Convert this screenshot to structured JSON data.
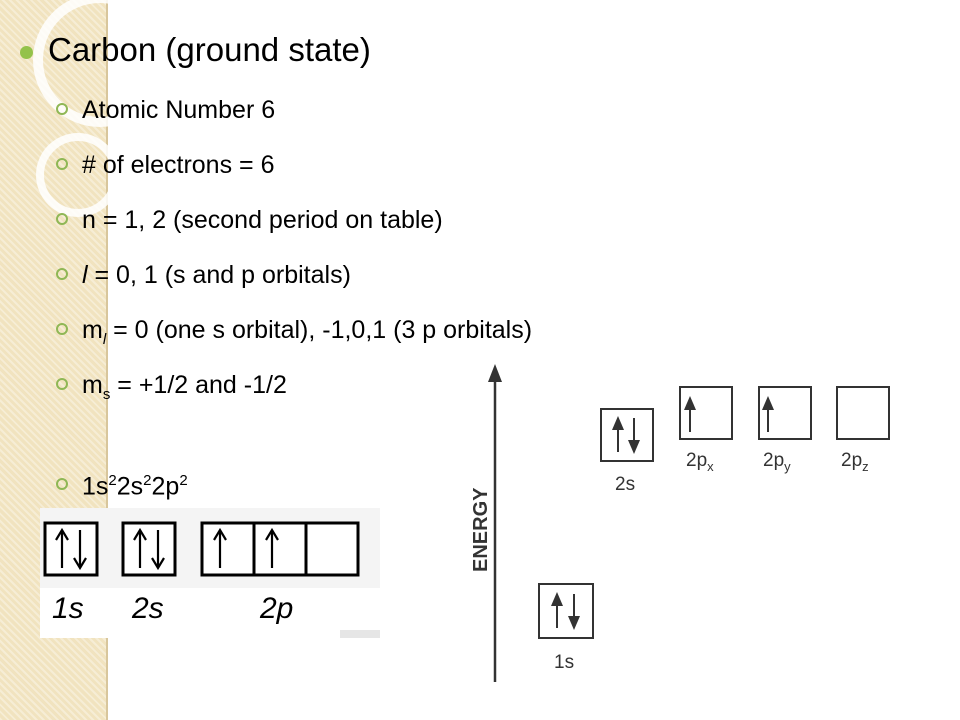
{
  "slide": {
    "title": "Carbon (ground state)",
    "items": [
      {
        "text": "Atomic Number 6"
      },
      {
        "text": "# of electrons = 6"
      },
      {
        "text": "n = 1, 2 (second period on table)"
      },
      {
        "text_var": "l",
        "text_rest": " = 0, 1 (s and p orbitals)"
      },
      {
        "prefix": "m",
        "sub": "l",
        "rest": " = 0 (one s orbital), -1,0,1 (3 p orbitals)"
      },
      {
        "prefix": "m",
        "sub": "s",
        "rest": " = +1/2 and -1/2"
      },
      {
        "parts": [
          "1s",
          "2",
          "2s",
          "2",
          "2p",
          "2"
        ]
      }
    ]
  },
  "box_diagram": {
    "labels": [
      "1s",
      "2s",
      "2p"
    ]
  },
  "energy_diagram": {
    "axis_label": "ENERGY",
    "labels": [
      "2s",
      "2p",
      "x",
      "2p",
      "y",
      "2p",
      "z",
      "1s"
    ]
  }
}
